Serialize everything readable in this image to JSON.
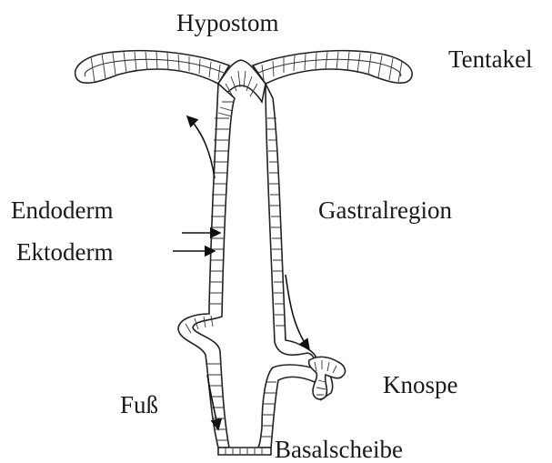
{
  "labels": {
    "hypostome": "Hypostom",
    "tentacle": "Tentakel",
    "endoderm": "Endoderm",
    "gastral_region": "Gastralregion",
    "ectoderm": "Ektoderm",
    "bud": "Knospe",
    "foot": "Fuß",
    "basal_disc": "Basalscheibe"
  },
  "colors": {
    "ink": "#1a1a1a",
    "background": "#ffffff"
  }
}
